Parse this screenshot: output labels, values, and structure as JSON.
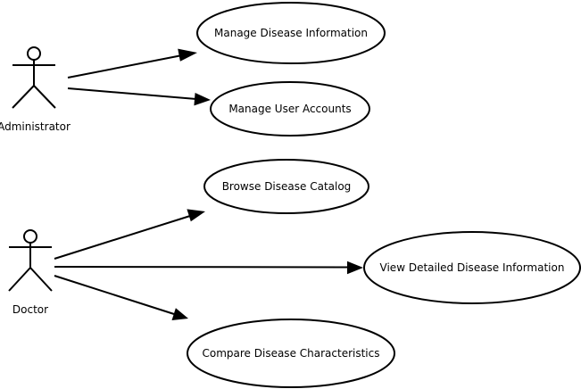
{
  "diagram": {
    "type": "use-case",
    "actors": {
      "administrator": {
        "label": "Administrator"
      },
      "doctor": {
        "label": "Doctor"
      }
    },
    "use_cases": {
      "manage_disease_information": {
        "label": "Manage Disease Information"
      },
      "manage_user_accounts": {
        "label": "Manage User Accounts"
      },
      "browse_disease_catalog": {
        "label": "Browse Disease Catalog"
      },
      "view_detailed_disease_information": {
        "label": "View Detailed Disease Information"
      },
      "compare_disease_characteristics": {
        "label": "Compare Disease Characteristics"
      }
    },
    "associations": [
      {
        "from": "Administrator",
        "to": "Manage Disease Information"
      },
      {
        "from": "Administrator",
        "to": "Manage User Accounts"
      },
      {
        "from": "Doctor",
        "to": "Browse Disease Catalog"
      },
      {
        "from": "Doctor",
        "to": "View Detailed Disease Information"
      },
      {
        "from": "Doctor",
        "to": "Compare Disease Characteristics"
      }
    ],
    "colors": {
      "stroke": "#000000",
      "fill": "#ffffff",
      "background": "#ffffff"
    }
  }
}
